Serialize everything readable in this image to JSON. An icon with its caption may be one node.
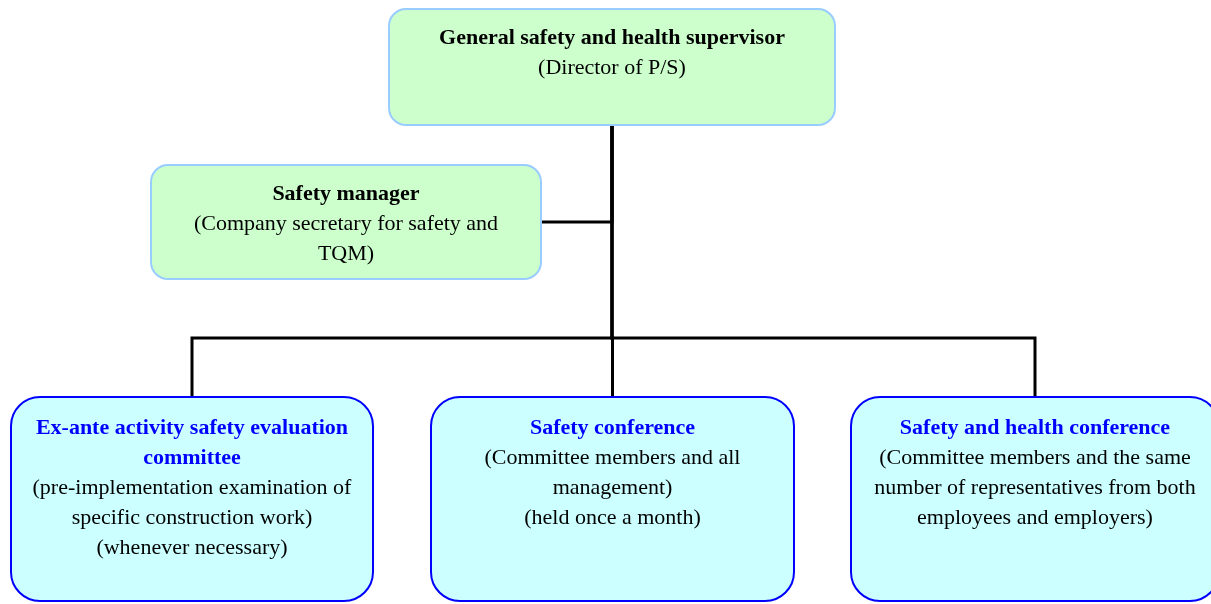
{
  "diagram": {
    "nodes": [
      {
        "text": [
          "General safety and health supervisor",
          "(Director of P/S)"
        ]
      },
      {
        "text": [
          "Safety manager",
          "(Company secretary for safety and TQM)"
        ]
      },
      {
        "text": [
          "Ex-ante activity safety evaluation committee",
          "(pre-implementation examination of specific construction work)",
          "(whenever necessary)"
        ]
      },
      {
        "text": [
          "Safety conference",
          "(Committee members and all management)",
          "(held once a month)"
        ]
      },
      {
        "text": [
          "Safety and health conference",
          "(Committee members and the same number of representatives from both employees and employers)"
        ]
      }
    ],
    "edges": [
      {
        "from": 0,
        "to": 1,
        "arrow": "none"
      },
      {
        "from": 0,
        "to": 2,
        "arrow": "none"
      },
      {
        "from": 0,
        "to": 3,
        "arrow": "none"
      },
      {
        "from": 0,
        "to": 4,
        "arrow": "none"
      }
    ]
  }
}
